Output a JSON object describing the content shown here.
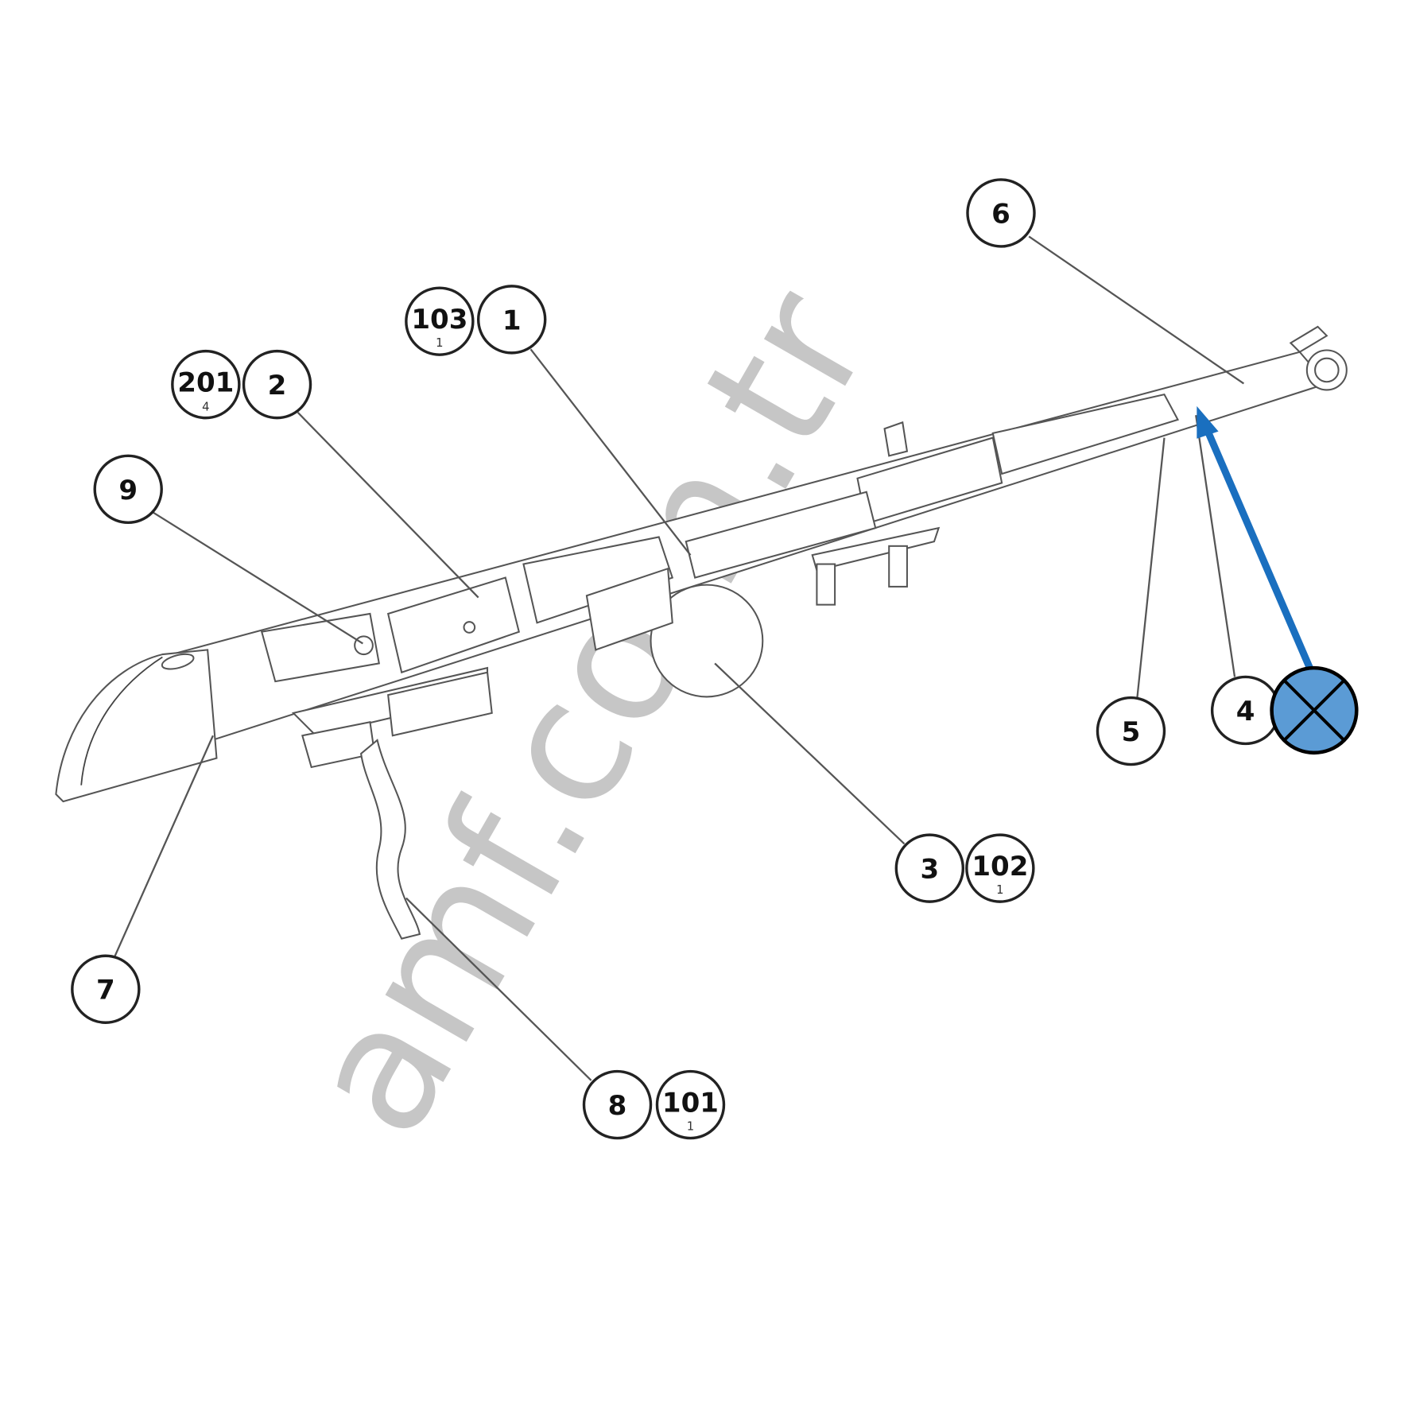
{
  "watermark": "amf.com.tr",
  "callouts": [
    {
      "id": "6",
      "sub": ""
    },
    {
      "id": "103",
      "sub": "1"
    },
    {
      "id": "1",
      "sub": ""
    },
    {
      "id": "201",
      "sub": "4"
    },
    {
      "id": "2",
      "sub": ""
    },
    {
      "id": "9",
      "sub": ""
    },
    {
      "id": "5",
      "sub": ""
    },
    {
      "id": "4",
      "sub": ""
    },
    {
      "id": "3",
      "sub": ""
    },
    {
      "id": "102",
      "sub": "1"
    },
    {
      "id": "7",
      "sub": ""
    },
    {
      "id": "8",
      "sub": ""
    },
    {
      "id": "101",
      "sub": "1"
    }
  ],
  "highlight": {
    "marker": "x-circle-marker",
    "fill": "#5b9bd5",
    "arrow_color": "#1a6fbf",
    "target_callout": "4"
  }
}
